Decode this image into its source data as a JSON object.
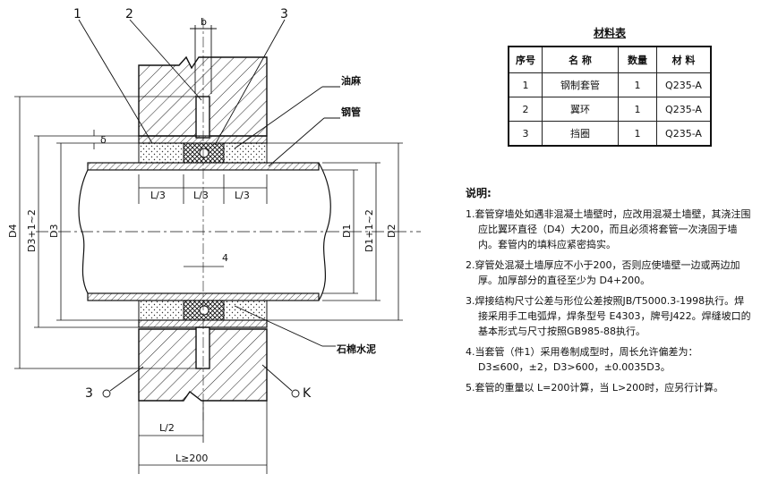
{
  "callouts": {
    "c1": "1",
    "c2": "2",
    "c3": "3",
    "b": "b",
    "delta": "δ",
    "four": "4",
    "oil_hemp": "油麻",
    "steel_pipe": "钢管",
    "asbestos_cement": "石棉水泥",
    "section_left": "3",
    "section_right": "K"
  },
  "dimensions": {
    "L3_a": "L/3",
    "L3_b": "L/3",
    "L3_c": "L/3",
    "L2": "L/2",
    "L200": "L≥200",
    "D4": "D4",
    "D3plus": "D3+1~2",
    "D3": "D3",
    "D1": "D1",
    "D1plus": "D1+1~2",
    "D2": "D2"
  },
  "materials_table": {
    "title": "材料表",
    "headers": [
      "序号",
      "名  称",
      "数量",
      "材  料"
    ],
    "rows": [
      [
        "1",
        "钢制套管",
        "1",
        "Q235-A"
      ],
      [
        "2",
        "翼环",
        "1",
        "Q235-A"
      ],
      [
        "3",
        "挡圈",
        "1",
        "Q235-A"
      ]
    ]
  },
  "notes": {
    "title": "说明:",
    "items": [
      "1.套管穿墙处如遇非混凝土墙壁时，应改用混凝土墙壁，其浇注围应比翼环直径（D4）大200，而且必须将套管一次浇固于墙内。套管内的填料应紧密捣实。",
      "2.穿管处混凝土墙厚应不小于200，否则应使墙壁一边或两边加厚。加厚部分的直径至少为 D4+200。",
      "3.焊接结构尺寸公差与形位公差按照JB/T5000.3-1998执行。焊接采用手工电弧焊，焊条型号 E4303，牌号J422。焊缝坡口的基本形式与尺寸按照GB985-88执行。",
      "4.当套管（件1）采用卷制成型时，周长允许偏差为：D3≤600，±2，D3>600，±0.0035D3。",
      "5.套管的重量以 L=200计算，当 L>200时，应另行计算。"
    ]
  }
}
